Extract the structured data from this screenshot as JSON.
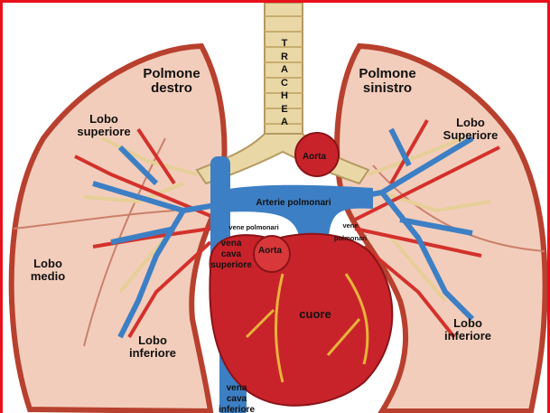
{
  "labels": {
    "trachea": [
      "T",
      "R",
      "A",
      "C",
      "H",
      "E",
      "A"
    ],
    "right_lung": [
      "Polmone",
      "destro"
    ],
    "left_lung": [
      "Polmone",
      "sinistro"
    ],
    "right_upper_lobe": [
      "Lobo",
      "superiore"
    ],
    "left_upper_lobe": [
      "Lobo",
      "Superiore"
    ],
    "aorta_arch": "Aorta",
    "pulmonary_arteries": "Arterie polmonari",
    "pulmonary_veins_right": "vene polmonari",
    "pulmonary_veins_left": [
      "vene",
      "polmonari"
    ],
    "superior_vena_cava": [
      "vena",
      "cava",
      "superiore"
    ],
    "aorta_root": "Aorta",
    "middle_lobe": [
      "Lobo",
      "medio"
    ],
    "heart": "cuore",
    "right_lower_lobe": [
      "Lobo",
      "inferiore"
    ],
    "left_lower_lobe": [
      "Lobo",
      "inferiore"
    ],
    "inferior_vena_cava": [
      "vena",
      "cava",
      "inferiore"
    ]
  },
  "colors": {
    "frame": "#e8101a",
    "lung": "#f3cdbb",
    "lung_edge": "#b8402e",
    "heart": "#c8232b",
    "vein_blue": "#3d7fc4",
    "artery_red": "#d3312c",
    "trachea": "#ead7a6"
  }
}
